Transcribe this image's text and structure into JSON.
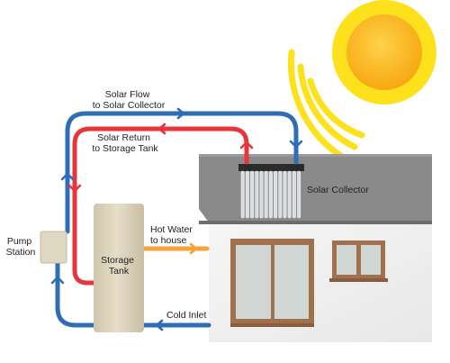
{
  "labels": {
    "solar_flow": [
      "Solar Flow",
      "to Solar Collector"
    ],
    "solar_return": [
      "Solar Return",
      "to Storage Tank"
    ],
    "pump_station": [
      "Pump",
      "Station"
    ],
    "storage_tank": [
      "Storage",
      "Tank"
    ],
    "hot_water": [
      "Hot Water",
      "to house"
    ],
    "cold_inlet": "Cold Inlet",
    "solar_collector": "Solar Collector"
  },
  "colors": {
    "flow_pipe": "#2f6db5",
    "return_pipe": "#e8343b",
    "hot_water_pipe": "#f5a43a",
    "tank": "#e0d7c2",
    "roof": "#8a8a8a",
    "sun_core": "#fcb315",
    "sun_rays": "#fde11d"
  },
  "icons": {
    "sun": "sun-icon",
    "flow_arrow": "chevron-right-icon",
    "up_arrow": "chevron-up-icon",
    "down_arrow": "chevron-down-icon"
  }
}
